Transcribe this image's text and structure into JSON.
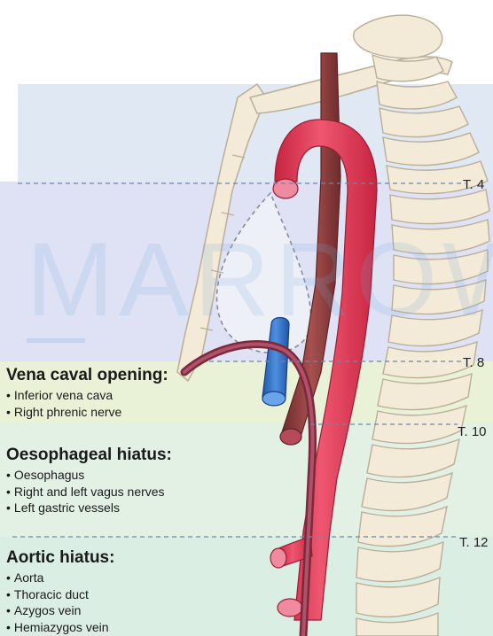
{
  "watermark": "MARROW",
  "levels": [
    {
      "id": "t4",
      "label": "T. 4"
    },
    {
      "id": "t8",
      "label": "T. 8"
    },
    {
      "id": "t10",
      "label": "T. 10"
    },
    {
      "id": "t12",
      "label": "T. 12"
    }
  ],
  "sections": [
    {
      "title": "Vena caval opening:",
      "items": [
        "Inferior vena cava",
        "Right phrenic nerve"
      ]
    },
    {
      "title": "Oesophageal hiatus:",
      "items": [
        "Oesophagus",
        "Right and left vagus nerves",
        "Left gastric vessels"
      ]
    },
    {
      "title": "Aortic hiatus:",
      "items": [
        "Aorta",
        "Thoracic duct",
        "Azygos vein",
        "Hemiazygos vein"
      ]
    }
  ],
  "colors": {
    "aorta": "#e23a55",
    "oesophagus": "#8f3a3a",
    "ivc": "#2f6fc4",
    "bone": "#f3ead8",
    "band_upper": "#dfe6f4",
    "band_mid": "#e8f2d6",
    "band_lower": "#dff0e5"
  }
}
